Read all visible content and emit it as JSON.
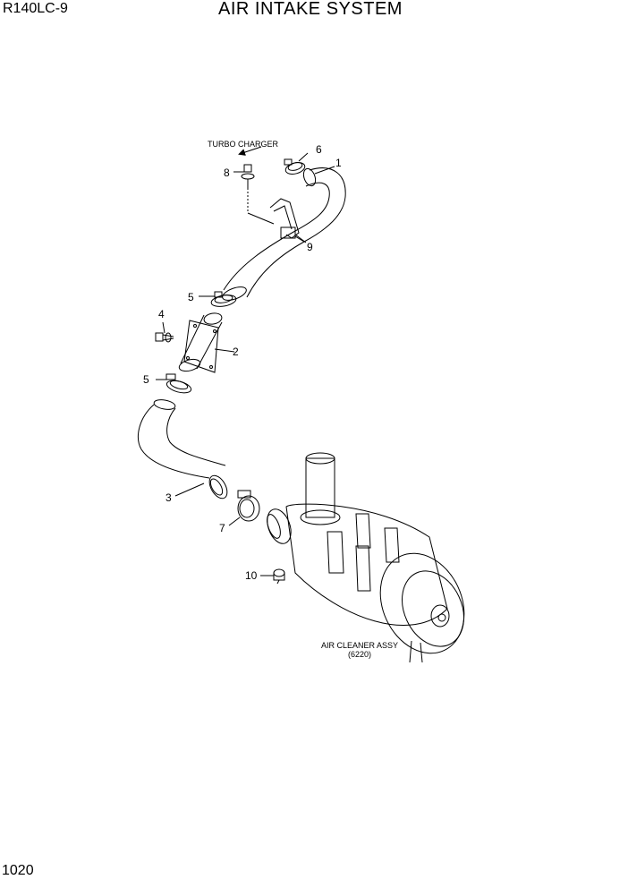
{
  "header": {
    "model": "R140LC-9",
    "title": "AIR INTAKE SYSTEM"
  },
  "footer": {
    "page_number": "1020"
  },
  "callouts": {
    "turbo_charger": "TURBO CHARGER",
    "air_cleaner_line1": "AIR CLEANER ASSY",
    "air_cleaner_line2": "(6220)"
  },
  "part_numbers": {
    "p1": "1",
    "p2": "2",
    "p3": "3",
    "p4": "4",
    "p5a": "5",
    "p5b": "5",
    "p6": "6",
    "p7": "7",
    "p8": "8",
    "p9": "9",
    "p10": "10"
  }
}
